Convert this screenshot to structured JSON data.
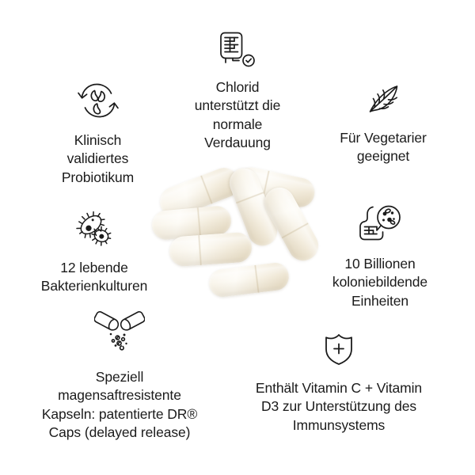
{
  "page": {
    "background_color": "#ffffff",
    "text_color": "#1b1b1b",
    "capsule_color": "#f5efe2"
  },
  "features": [
    {
      "id": "chlorid",
      "icon": "intestine-check-icon",
      "label": "Chlorid\nunterstützt die\nnormale\nVerdauung"
    },
    {
      "id": "klinisch",
      "icon": "probiotic-cycle-icon",
      "label": "Klinisch\nvalidiertes\nProbiotikum"
    },
    {
      "id": "vegetarier",
      "icon": "leaf-icon",
      "label": "Für Vegetarier\ngeeignet"
    },
    {
      "id": "kulturen",
      "icon": "bacteria-icon",
      "label": "12 lebende\nBakterienkulturen"
    },
    {
      "id": "kbe",
      "icon": "intestine-microscope-icon",
      "label": "10 Billionen\nkoloniebildende\nEinheiten"
    },
    {
      "id": "kapseln",
      "icon": "open-capsule-icon",
      "label": "Speziell\nmagensaftresistente\nKapseln: patentierte DR®\nCaps (delayed release)"
    },
    {
      "id": "vitamin",
      "icon": "shield-plus-icon",
      "label": "Enthält Vitamin C + Vitamin\nD3 zur Unterstützung des\nImmunsystems"
    }
  ],
  "product_image": {
    "name": "capsule-pile",
    "capsule_count": 7,
    "description": "Cremefarbene Kapseln"
  }
}
